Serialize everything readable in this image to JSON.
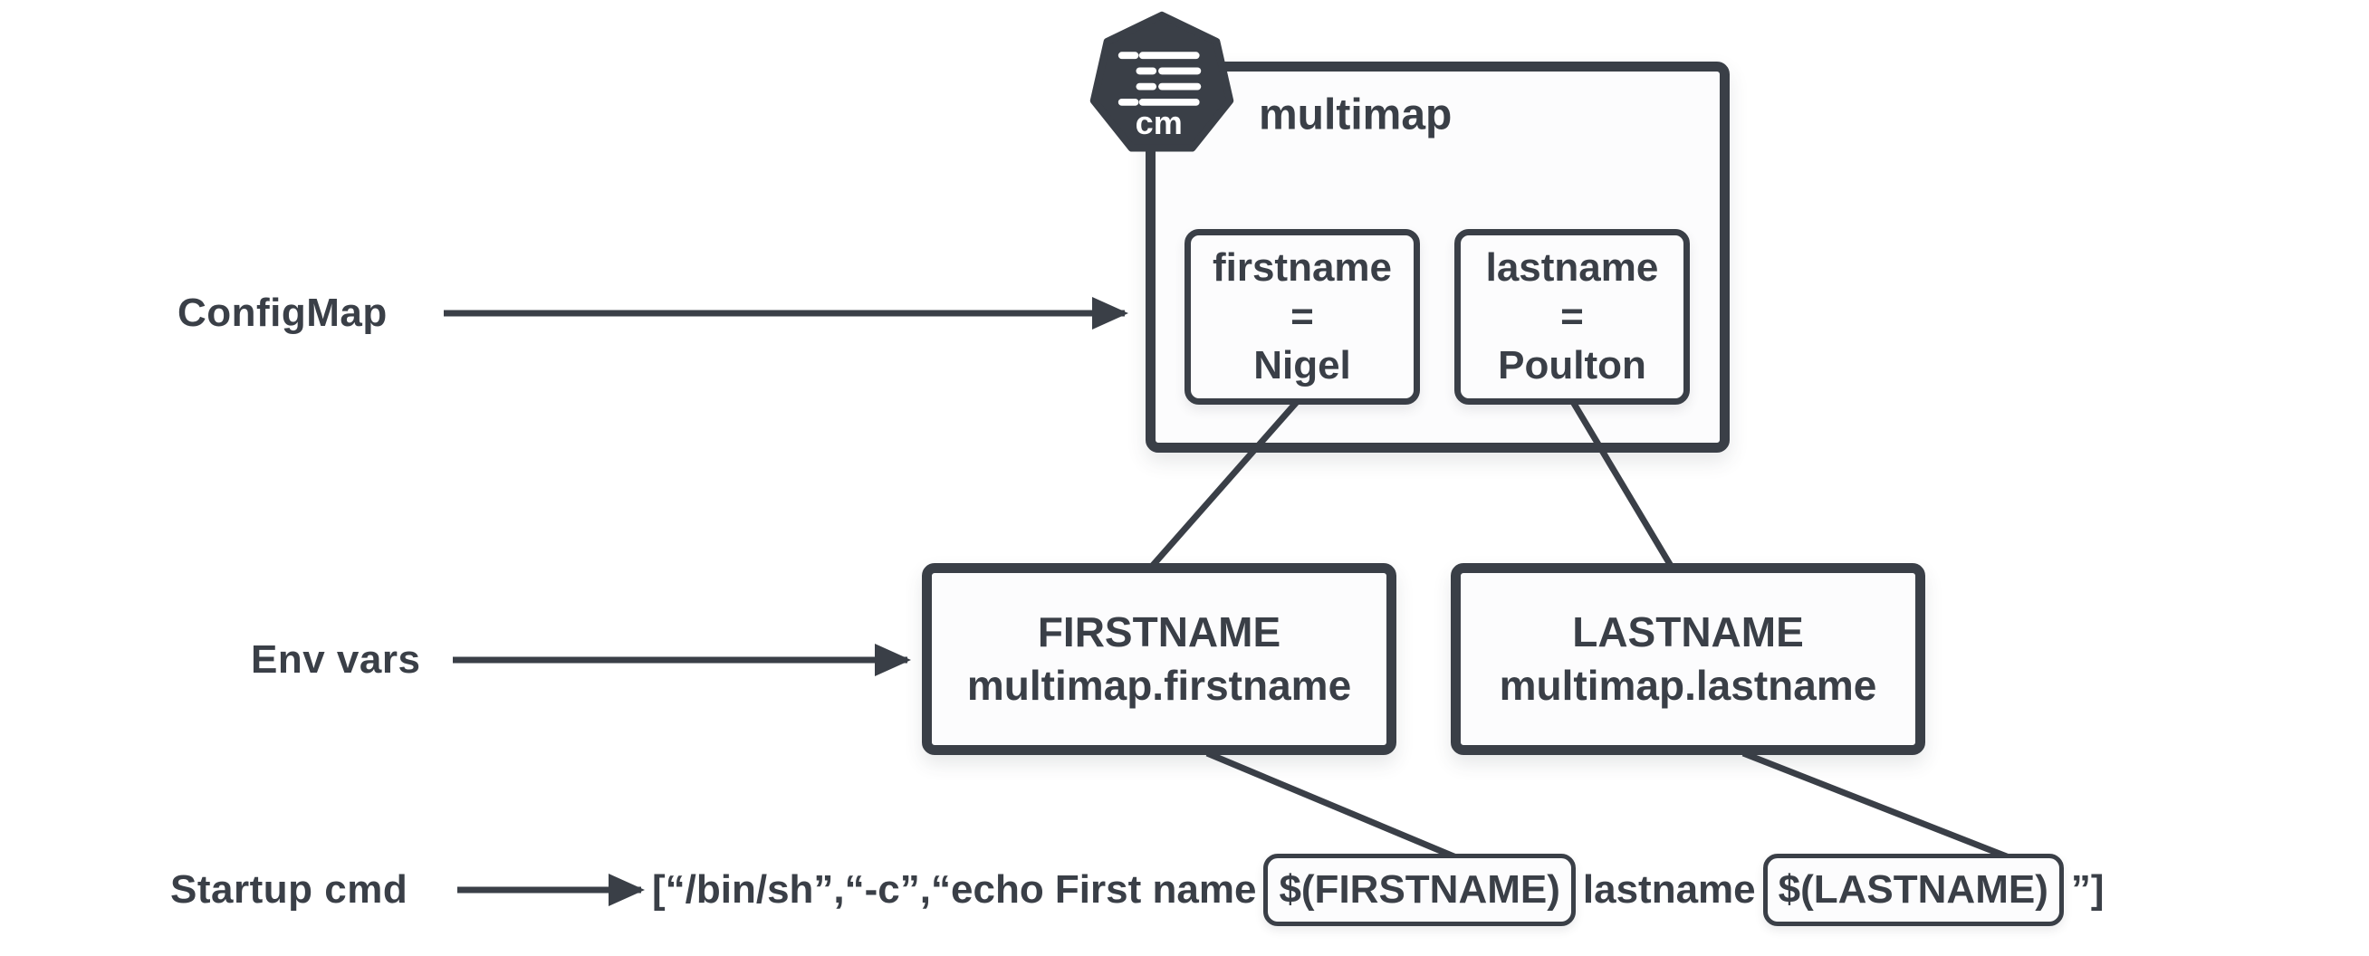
{
  "labels": {
    "configmap": "ConfigMap",
    "env_vars": "Env vars",
    "startup_cmd": "Startup cmd"
  },
  "configmap": {
    "icon_label": "cm",
    "name": "multimap",
    "entries": [
      {
        "key": "firstname",
        "eq": "=",
        "value": "Nigel"
      },
      {
        "key": "lastname",
        "eq": "=",
        "value": "Poulton"
      }
    ]
  },
  "env_vars": [
    {
      "name": "FIRSTNAME",
      "source": "multimap.firstname"
    },
    {
      "name": "LASTNAME",
      "source": "multimap.lastname"
    }
  ],
  "startup_cmd": {
    "prefix": "[“/bin/sh”,“-c”,“echo First name",
    "var1": "$(FIRSTNAME)",
    "middle": "lastname",
    "var2": "$(LASTNAME)",
    "suffix": "”]"
  },
  "colors": {
    "ink": "#3a3f47",
    "box_bg": "#fcfcfd",
    "page_bg": "#ffffff"
  }
}
